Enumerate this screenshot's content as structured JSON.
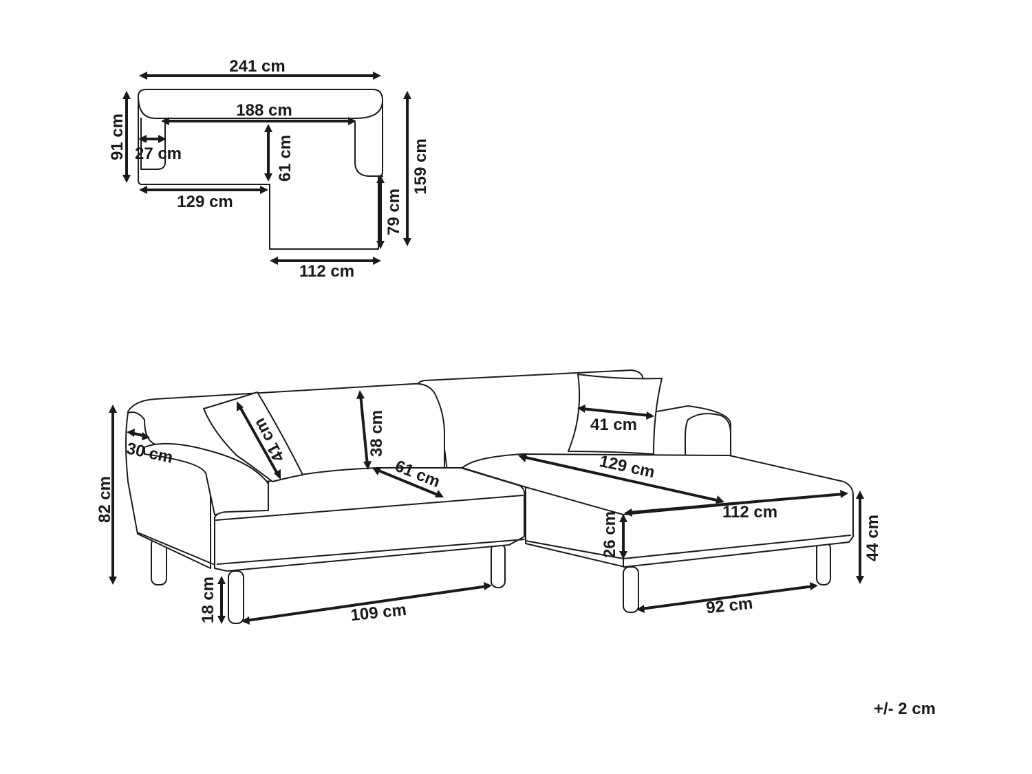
{
  "top_view": {
    "total_width": "241 cm",
    "inner_width": "188 cm",
    "armrest_width": "27 cm",
    "back_depth": "91 cm",
    "seat_depth": "61 cm",
    "sofa_length": "129 cm",
    "chaise_width": "112 cm",
    "chaise_extension": "79 cm",
    "total_depth": "159 cm"
  },
  "side_view": {
    "total_height": "82 cm",
    "arm_width": "30 cm",
    "cushion_size_left": "41 cm",
    "back_height": "38 cm",
    "seat_depth": "61 cm",
    "cushion_size_right": "41 cm",
    "chaise_length": "129 cm",
    "chaise_width": "112 cm",
    "seat_thickness": "26 cm",
    "seat_height": "44 cm",
    "leg_height": "18 cm",
    "leg_span_left": "109 cm",
    "leg_span_right": "92 cm"
  },
  "tolerance": "+/- 2 cm",
  "colors": {
    "line": "#1a1a1a",
    "background": "#ffffff"
  }
}
